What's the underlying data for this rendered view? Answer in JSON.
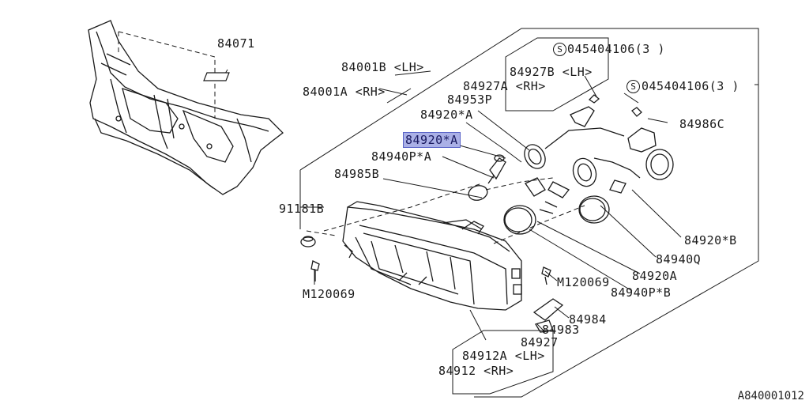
{
  "diagram": {
    "reference_code": "A840001012",
    "labels": {
      "p84071": "84071",
      "p84001B": "84001B <LH>",
      "p84001A": "84001A <RH>",
      "p84927B": "84927B <LH>",
      "p84927A": "84927A <RH>",
      "p84953P": "84953P",
      "p84920A_star": "84920*A",
      "p84920A_star_selected": "84920*A",
      "p84940PA": "84940P*A",
      "p84985B": "84985B",
      "p91181B": "91181B",
      "p045404106_top": "045404106(3 )",
      "p045404106_mid": "045404106(3 )",
      "p84986C": "84986C",
      "p84920B_star": "84920*B",
      "p84940Q": "84940Q",
      "p84920A": "84920A",
      "p84940PB": "84940P*B",
      "pM120069_right": "M120069",
      "pM120069_left": "M120069",
      "p84984": "84984",
      "p84983": "84983",
      "p84927": "84927",
      "p84912A": "84912A <LH>",
      "p84912": "84912 <RH>",
      "screw_symbol": "S"
    },
    "selected_part": "84920*A"
  }
}
